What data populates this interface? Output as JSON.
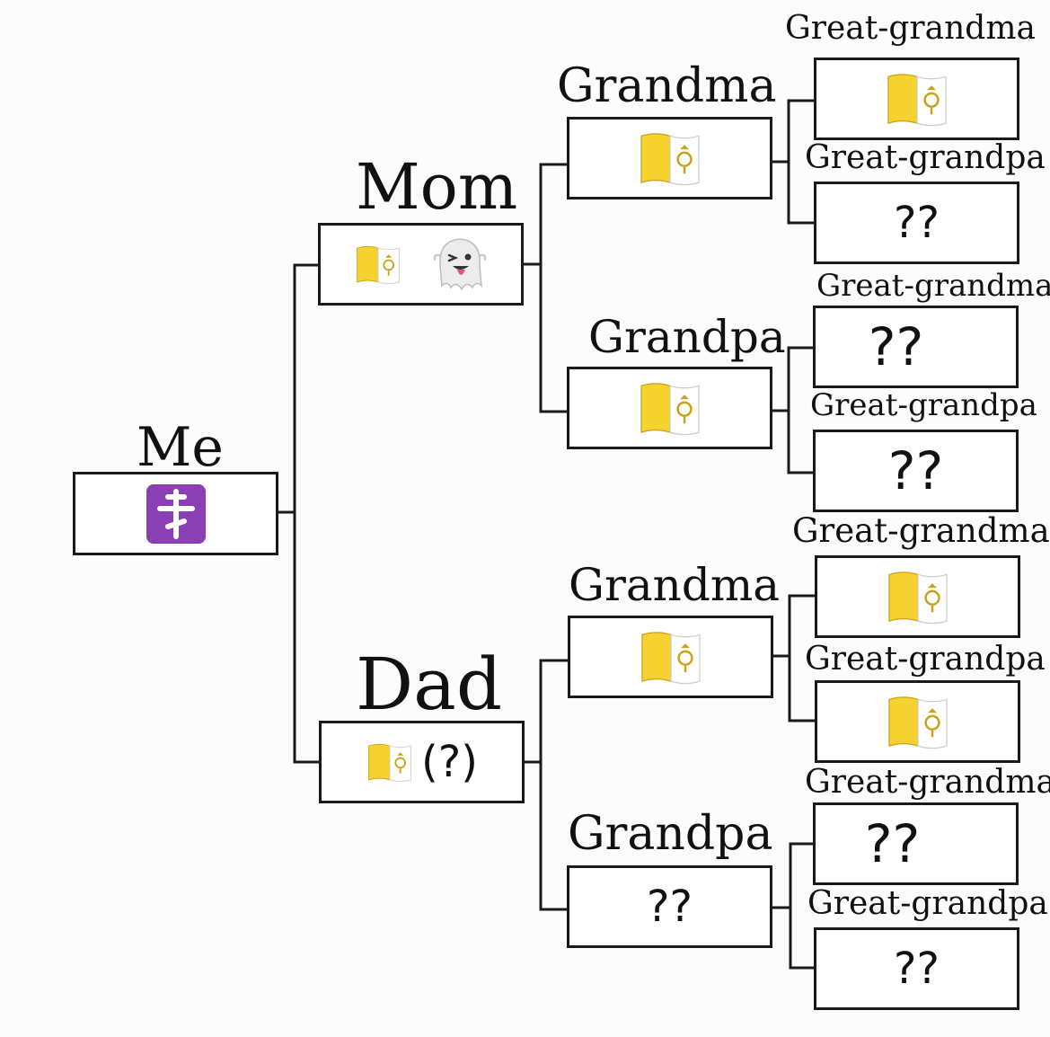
{
  "me": {
    "label": "Me"
  },
  "mom": {
    "label": "Mom"
  },
  "dad": {
    "label": "Dad",
    "note": "(?)"
  },
  "mom_grandma": {
    "label": "Grandma"
  },
  "mom_grandpa": {
    "label": "Grandpa"
  },
  "dad_grandma": {
    "label": "Grandma"
  },
  "dad_grandpa": {
    "label": "Grandpa",
    "value": "??"
  },
  "gg1": {
    "label": "Great-grandma"
  },
  "gg2": {
    "label": "Great-grandpa",
    "value": "??"
  },
  "gg3": {
    "label": "Great-grandma",
    "value": "??"
  },
  "gg4": {
    "label": "Great-grandpa",
    "value": "??"
  },
  "gg5": {
    "label": "Great-grandma"
  },
  "gg6": {
    "label": "Great-grandpa"
  },
  "gg7": {
    "label": "Great-grandma",
    "value": "??"
  },
  "gg8": {
    "label": "Great-grandpa",
    "value": "??"
  },
  "icons": {
    "vatican_flag": "vatican-flag-icon",
    "orthodox_cross": "orthodox-cross-icon",
    "ghost": "winking-ghost-icon"
  },
  "colors": {
    "flag_yellow": "#f5d230",
    "flag_white": "#ffffff",
    "cross_purple": "#8b3fb5",
    "line": "#1a1a1a"
  }
}
